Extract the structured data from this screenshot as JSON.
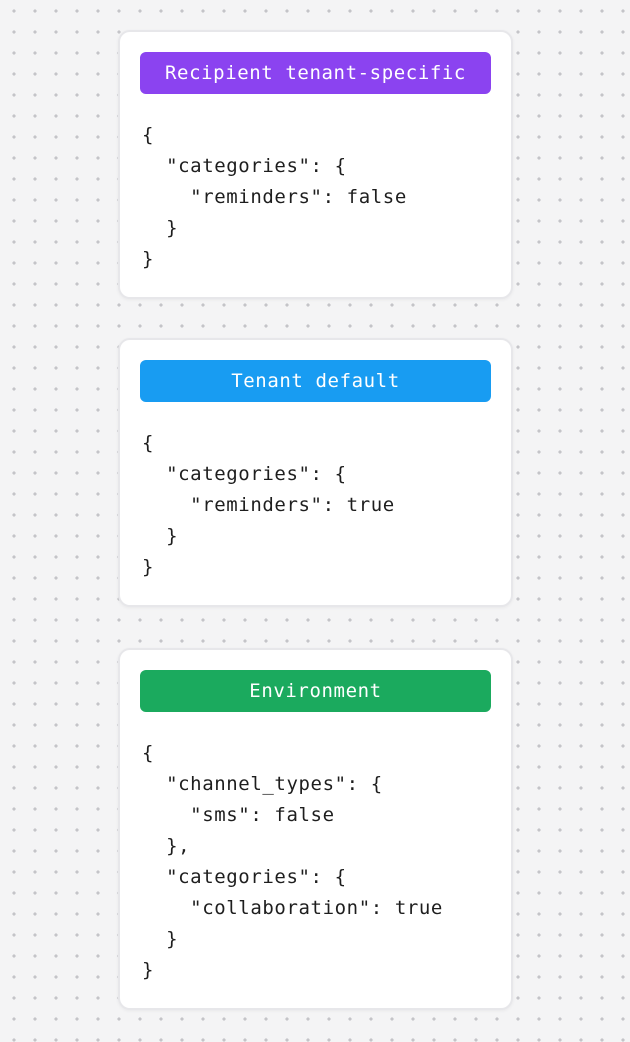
{
  "page": {
    "background_color": "#f4f4f5",
    "dot_color": "#c4c4c8",
    "card_background": "#ffffff",
    "card_border_color": "#e7e7ea",
    "code_text_color": "#1e1e1e"
  },
  "cards": [
    {
      "id": "recipient-tenant-specific",
      "badge": {
        "label": "Recipient tenant-specific",
        "color": "#8b43f0",
        "text_color": "#ffffff"
      },
      "code": "{\n  \"categories\": {\n    \"reminders\": false\n  }\n}"
    },
    {
      "id": "tenant-default",
      "badge": {
        "label": "Tenant default",
        "color": "#189cf2",
        "text_color": "#ffffff"
      },
      "code": "{\n  \"categories\": {\n    \"reminders\": true\n  }\n}"
    },
    {
      "id": "environment",
      "badge": {
        "label": "Environment",
        "color": "#1baa5e",
        "text_color": "#ffffff"
      },
      "code": "{\n  \"channel_types\": {\n    \"sms\": false\n  },\n  \"categories\": {\n    \"collaboration\": true\n  }\n}"
    }
  ]
}
